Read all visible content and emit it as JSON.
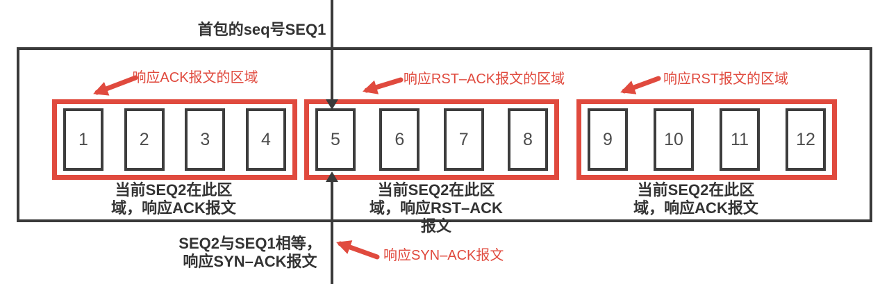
{
  "colors": {
    "red": "#e04a3e",
    "line_dark": "#3a3a3a",
    "text_dark": "#333333"
  },
  "header": {
    "top_label": "首包的seq号SEQ1"
  },
  "groups": [
    {
      "region_label": "响应ACK报文的区域",
      "cells": [
        "1",
        "2",
        "3",
        "4"
      ],
      "caption_lines": [
        "当前SEQ2在此区",
        "域，响应ACK报文"
      ]
    },
    {
      "region_label": "响应RST–ACK报文的区域",
      "cells": [
        "5",
        "6",
        "7",
        "8"
      ],
      "caption_lines": [
        "当前SEQ2在此区",
        "域，响应RST–ACK",
        "报文"
      ]
    },
    {
      "region_label": "响应RST报文的区域",
      "cells": [
        "9",
        "10",
        "11",
        "12"
      ],
      "caption_lines": [
        "当前SEQ2在此区",
        "域，响应ACK报文"
      ]
    }
  ],
  "footer": {
    "equal_note_lines": [
      "SEQ2与SEQ1相等，",
      "响应SYN–ACK报文"
    ],
    "syn_ack_label": "响应SYN–ACK报文"
  }
}
